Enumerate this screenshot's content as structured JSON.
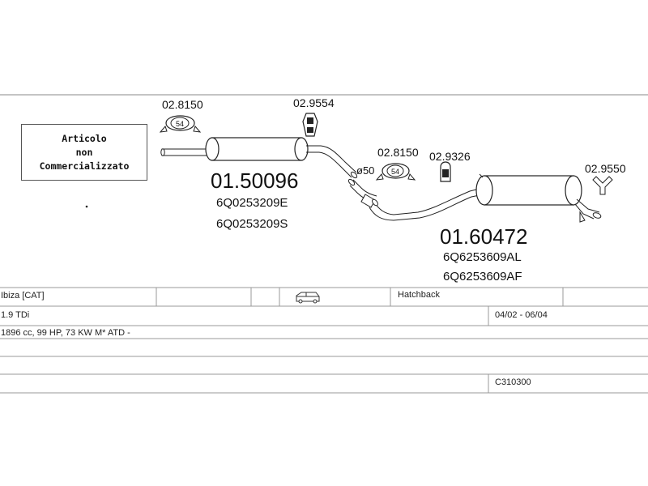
{
  "note_box": {
    "line1": "Articolo",
    "line2": "non",
    "line3": "Commercializzato"
  },
  "parts": {
    "clamp_front": {
      "code": "02.8150",
      "badge": "54"
    },
    "hanger_front": {
      "code": "02.9554"
    },
    "front_pipe": {
      "code": "01.50096",
      "ref1": "6Q0253209E",
      "ref2": "6Q0253209S"
    },
    "diameter": {
      "label": "ø50"
    },
    "clamp_rear": {
      "code": "02.8150",
      "badge": "54"
    },
    "hanger_mid": {
      "code": "02.9326"
    },
    "hanger_rear": {
      "code": "02.9550"
    },
    "rear_silencer": {
      "code": "01.60472",
      "ref1": "6Q6253609AL",
      "ref2": "6Q6253609AF"
    }
  },
  "vehicle_table": {
    "model": "Ibiza [CAT]",
    "body_icon": "car-icon",
    "body_type": "Hatchback",
    "engine": "1.9 TDi",
    "years": "04/02 - 06/04",
    "specs": "1896 cc, 99 HP, 73 KW M* ATD -",
    "catalog_code": "C310300"
  }
}
